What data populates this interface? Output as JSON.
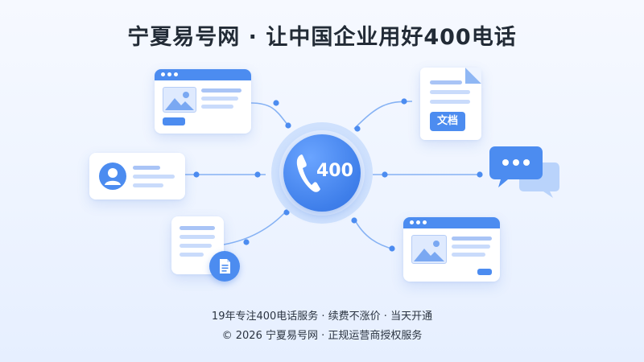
{
  "header": {
    "title": "宁夏易号网 · 让中国企业用好400电话"
  },
  "center": {
    "number": "400"
  },
  "cards": {
    "doc_label": "文档"
  },
  "footer": {
    "line1": "19年专注400电话服务 · 续费不涨价 · 当天开通",
    "line2": "© 2026 宁夏易号网 · 正规运营商授权服务"
  },
  "colors": {
    "primary": "#4c8cf0",
    "light": "#c9dbfb",
    "ring": "#cfe1fd"
  },
  "icons": [
    "phone-icon",
    "image-icon",
    "user-icon",
    "document-icon",
    "chat-bubble-icon",
    "file-icon"
  ]
}
